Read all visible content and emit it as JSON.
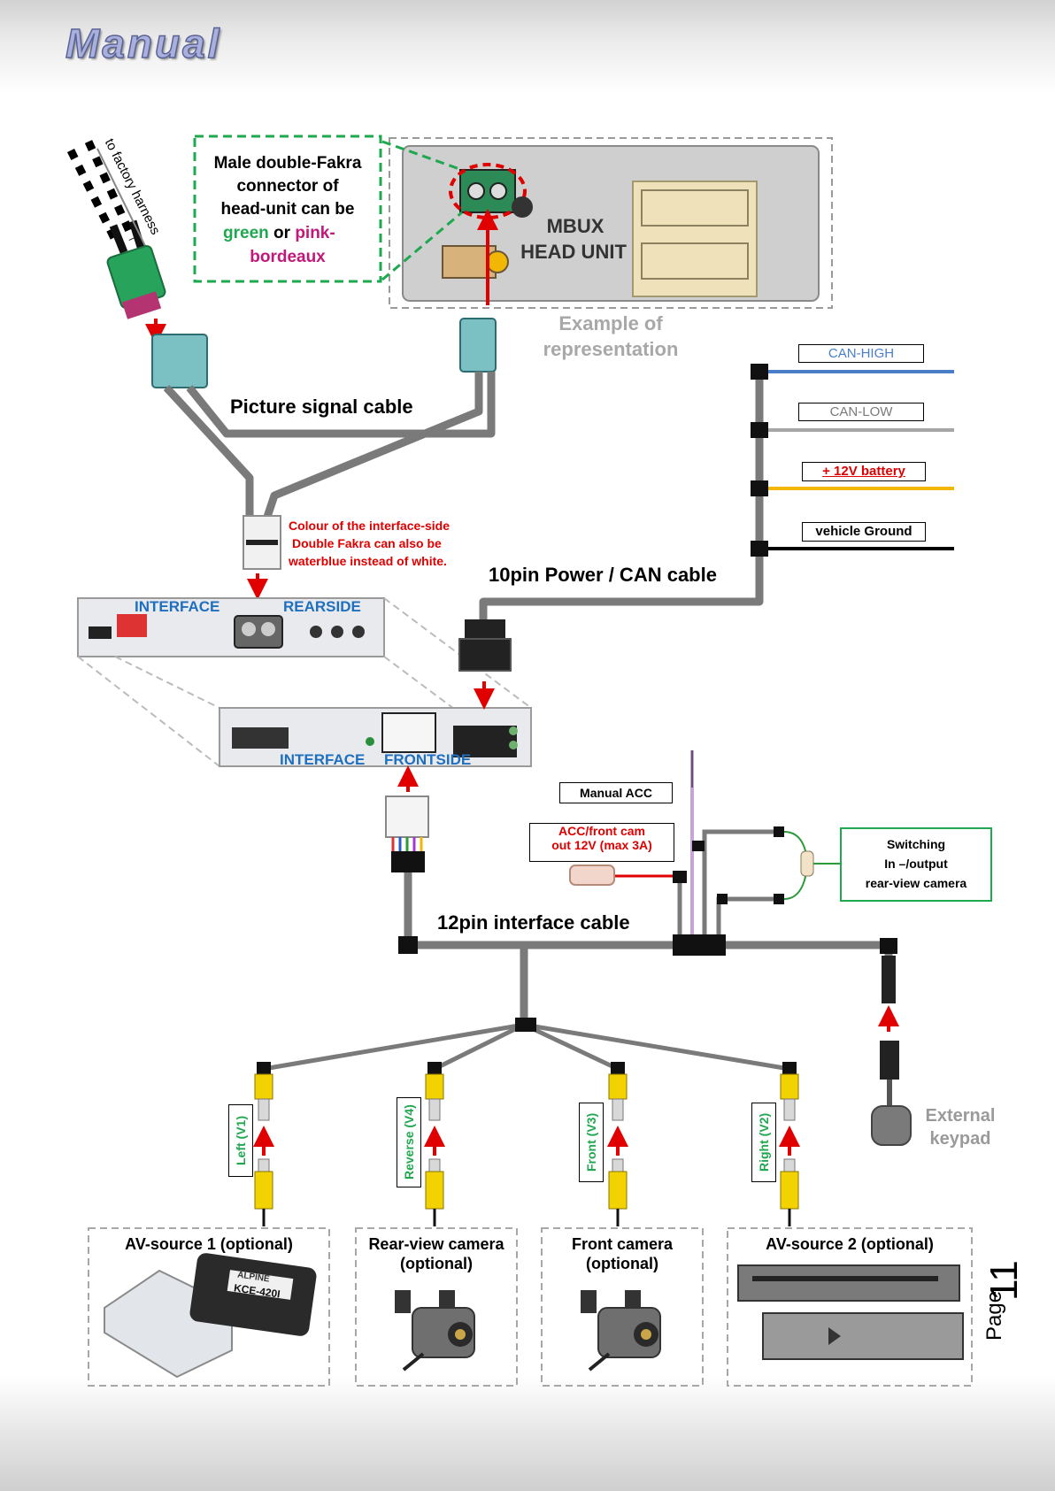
{
  "header": {
    "title": "Manual"
  },
  "head_unit": {
    "note_l1": "Male double-Fakra",
    "note_l2": "connector of",
    "note_l3": "head-unit can be",
    "note_green": "green",
    "note_or": "or",
    "note_pink": "pink-",
    "note_pink2": "bordeaux",
    "label_l1": "MBUX",
    "label_l2": "HEAD UNIT",
    "example_l1": "Example of",
    "example_l2": "representation",
    "factory_harness": "to factory harness"
  },
  "cables": {
    "picture_signal": "Picture signal cable",
    "power_can": "10pin Power / CAN cable",
    "interface_12pin": "12pin interface cable"
  },
  "colour_note": {
    "l1": "Colour of the interface-side",
    "l2": "Double Fakra can also be",
    "l3": "waterblue instead of white."
  },
  "wires": {
    "can_high": "CAN-HIGH",
    "can_low": "CAN-LOW",
    "battery": "+ 12V battery",
    "ground": "vehicle Ground"
  },
  "interface": {
    "rear_a": "INTERFACE",
    "rear_b": "REARSIDE",
    "front_a": "INTERFACE",
    "front_b": "FRONTSIDE"
  },
  "acc": {
    "manual": "Manual ACC",
    "front_l1": "ACC/front cam",
    "front_l2": "out  12V (max 3A)"
  },
  "switching": {
    "l1": "Switching",
    "l2": "In –/output",
    "l3": "rear-view camera"
  },
  "keypad": {
    "l1": "External",
    "l2": "keypad"
  },
  "video_inputs": [
    "Left (V1)",
    "Reverse (V4)",
    "Front  (V3)",
    "Right  (V2)"
  ],
  "sources": {
    "av1": "AV-source 1 (optional)",
    "rear_l1": "Rear-view camera",
    "rear_l2": "(optional)",
    "front_l1": "Front camera",
    "front_l2": "(optional)",
    "av2": "AV-source 2 (optional)",
    "device_text_l1": "ALPINE",
    "device_text_l2": "KCE-420I"
  },
  "footer": {
    "page_label": "Page",
    "page_number": "11"
  },
  "colors": {
    "accent_blue": "#1f6fbf",
    "red": "#e00000",
    "green": "#1fa84f",
    "pink": "#c2187a",
    "cable_gray": "#7a7a7a",
    "yellow": "#f2b705"
  }
}
